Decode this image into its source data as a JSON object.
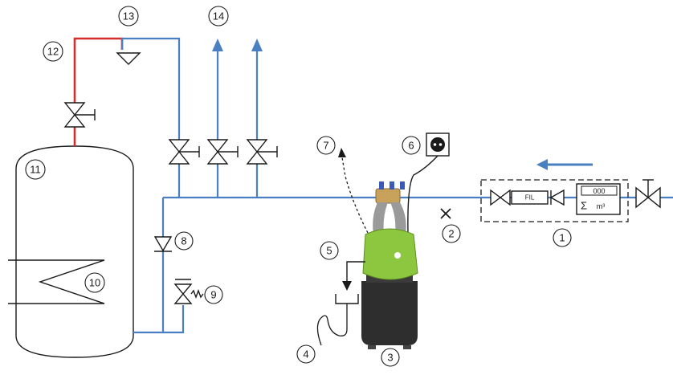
{
  "labels": [
    "1",
    "2",
    "3",
    "4",
    "5",
    "6",
    "7",
    "8",
    "9",
    "10",
    "11",
    "12",
    "13",
    "14"
  ],
  "component_text": {
    "filter": "FIL",
    "meter_digits": "000",
    "meter_symbol": "Σ",
    "meter_unit": "m³"
  },
  "colors": {
    "cold_pipe": "#4a7fc1",
    "hot_pipe": "#d42f2f",
    "softener_green": "#8dc63f",
    "softener_body": "#2e2e2e",
    "flow_arrow": "#4a7fc1"
  },
  "icons": {
    "valves": "gate-valve-icon",
    "check_valves": "check-valve-icon",
    "safety_valve": "safety-valve-icon",
    "funnel": "funnel-icon",
    "outlet": "power-socket-icon"
  }
}
